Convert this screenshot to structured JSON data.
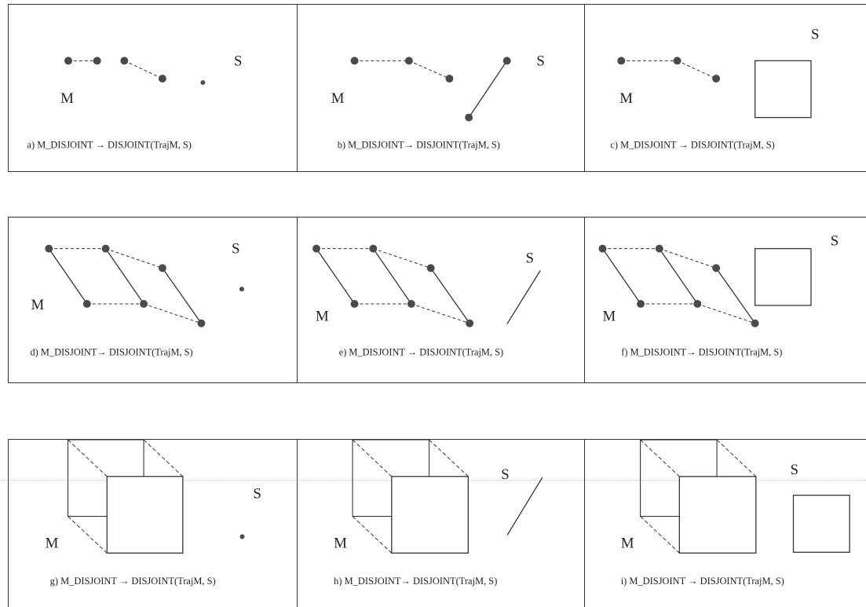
{
  "figure": {
    "labels": {
      "moving": "M",
      "static": "S"
    },
    "panels": [
      {
        "id": "a",
        "caption": "a) M_DISJOINT →  DISJOINT(TrajM, S)",
        "moving_object": "moving point",
        "static_object": "point"
      },
      {
        "id": "b",
        "caption": "b) M_DISJOINT→  DISJOINT(TrajM, S)",
        "moving_object": "moving point",
        "static_object": "line"
      },
      {
        "id": "c",
        "caption": "c) M_DISJOINT → DISJOINT(TrajM, S)",
        "moving_object": "moving point",
        "static_object": "region"
      },
      {
        "id": "d",
        "caption": "d) M_DISJOINT→   DISJOINT(TrajM, S)",
        "moving_object": "moving line",
        "static_object": "point"
      },
      {
        "id": "e",
        "caption": "e) M_DISJOINT →  DISJOINT(TrajM, S)",
        "moving_object": "moving line",
        "static_object": "line"
      },
      {
        "id": "f",
        "caption": "f) M_DISJOINT→   DISJOINT(TrajM, S)",
        "moving_object": "moving line",
        "static_object": "region"
      },
      {
        "id": "g",
        "caption": "g) M_DISJOINT →  DISJOINT(TrajM, S)",
        "moving_object": "moving region",
        "static_object": "point"
      },
      {
        "id": "h",
        "caption": "h) M_DISJOINT→  DISJOINT(TrajM, S)",
        "moving_object": "moving region",
        "static_object": "line"
      },
      {
        "id": "i",
        "caption": "i) M_DISJOINT → DISJOINT(TrajM, S)",
        "moving_object": "moving region",
        "static_object": "region"
      }
    ]
  }
}
